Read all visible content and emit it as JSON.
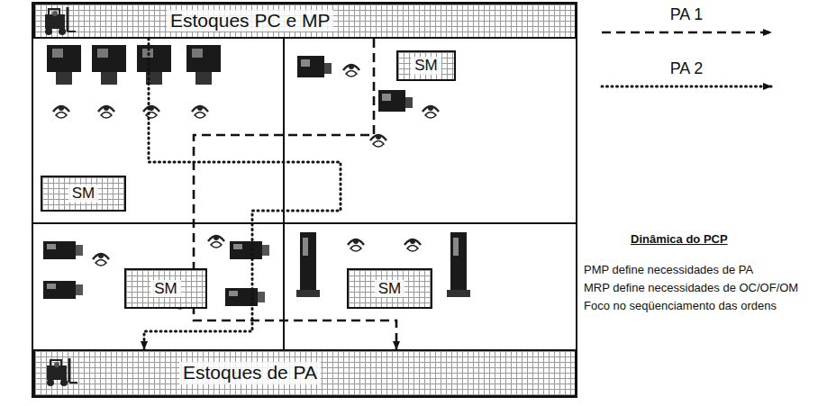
{
  "diagram": {
    "nodes": [
      {
        "text": [
          "Estoques PC e MP"
        ]
      },
      {
        "text": [
          "SM"
        ]
      },
      {
        "text": [
          "SM"
        ]
      },
      {
        "text": [
          "SM"
        ]
      },
      {
        "text": [
          "SM"
        ]
      },
      {
        "text": [
          "Estoques de PA"
        ]
      }
    ],
    "edges": [
      {
        "from": 0,
        "to": 5,
        "arrow": "to"
      },
      {
        "from": 0,
        "to": 5,
        "arrow": "to"
      }
    ],
    "labels": [
      "Dinâmica do PCP",
      "PMP define necessidades de PA",
      "MRP define necessidades de OC/OF/OM",
      "Foco no seqüenciamento das ordens"
    ],
    "legend": [
      {
        "text": "PA 1"
      },
      {
        "text": "PA 2"
      }
    ]
  }
}
